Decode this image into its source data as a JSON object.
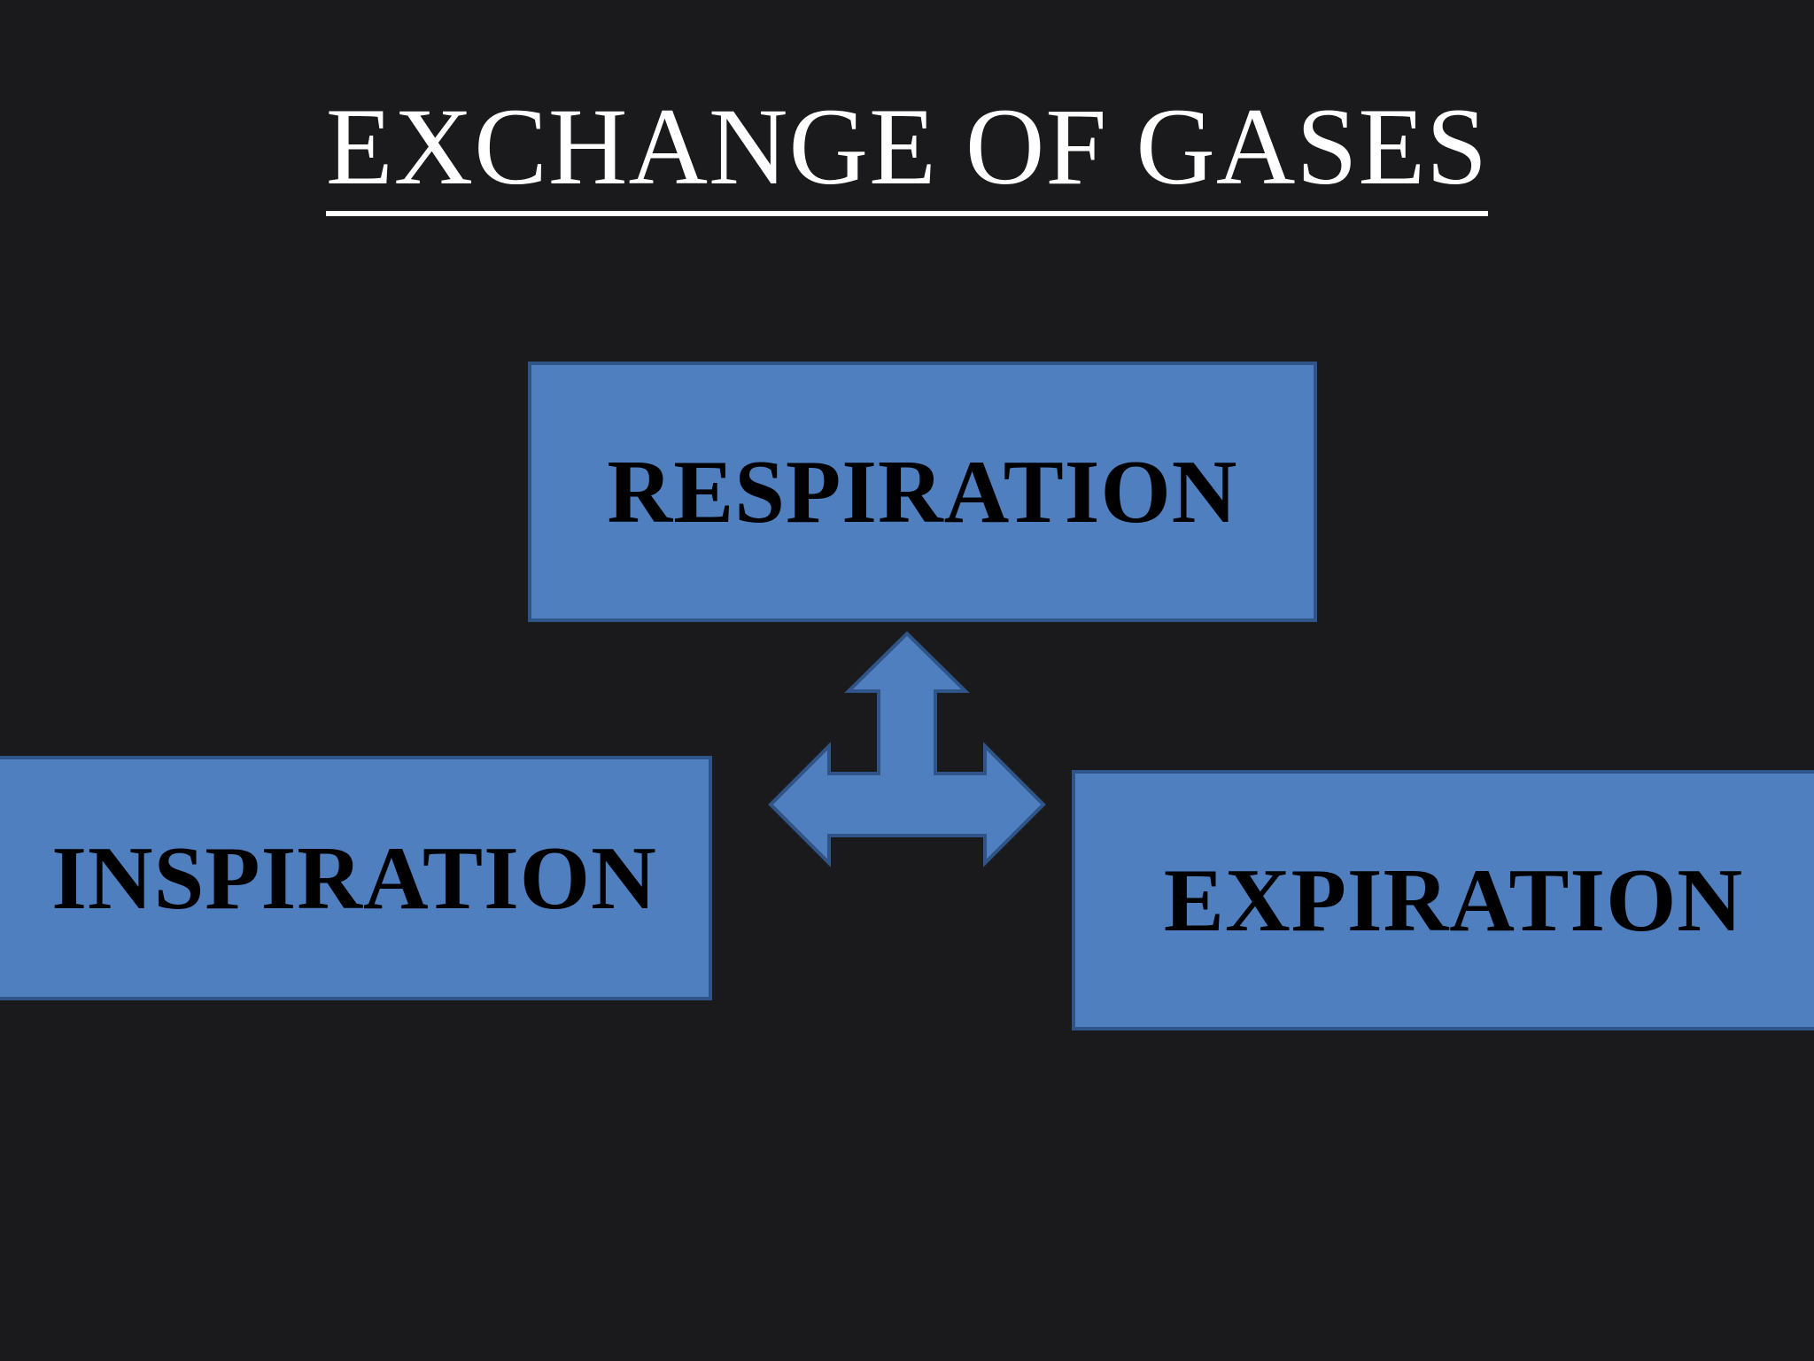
{
  "title": "EXCHANGE OF GASES",
  "nodes": {
    "respiration": "RESPIRATION",
    "inspiration": "INSPIRATION",
    "expiration": "EXPIRATION"
  },
  "colors": {
    "background": "#1a1a1c",
    "box_fill": "#4f7fbe",
    "box_border": "#2f5488",
    "title_text": "#ffffff",
    "box_text": "#000000"
  },
  "connector_icon": "three-way-arrow-icon"
}
